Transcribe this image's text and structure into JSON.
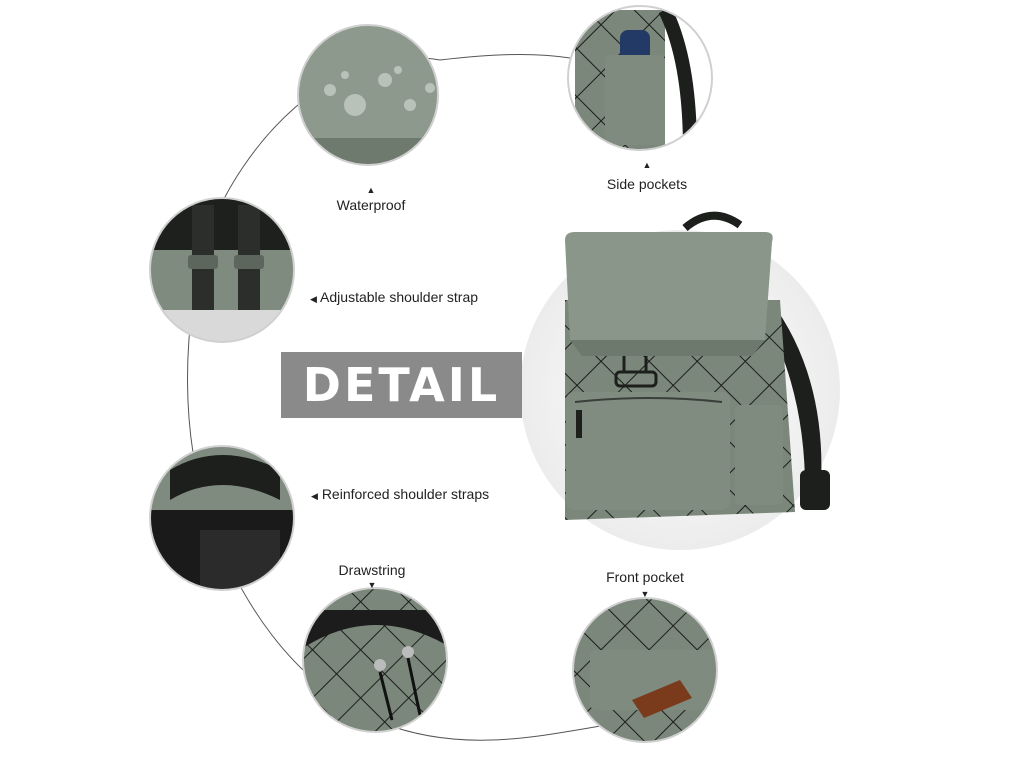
{
  "banner": {
    "title": "DETAIL"
  },
  "features": {
    "waterproof": "Waterproof",
    "side_pockets": "Side pockets",
    "adjustable_strap": "Adjustable shoulder strap",
    "reinforced_straps": "Reinforced shoulder straps",
    "drawstring": "Drawstring",
    "front_pocket": "Front pocket"
  },
  "arrows": {
    "up": "▲",
    "left": "◀",
    "down": "▼"
  },
  "colors": {
    "bag_green": "#7f8b7f",
    "bag_dark": "#1d1f1d",
    "banner_gray": "#8a8a8a"
  }
}
